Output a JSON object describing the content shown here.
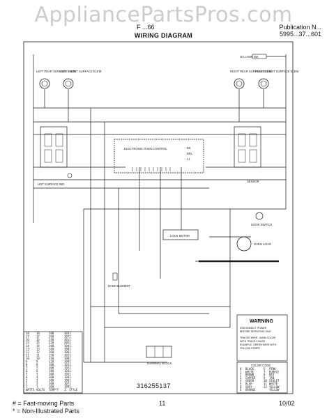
{
  "watermark": "AppliancePartsPros.com",
  "header": {
    "left_fragment": "F ...66",
    "right_line1": "Publication N...",
    "right_line2": "5995...37...601"
  },
  "title": "WIRING DIAGRAM",
  "labels": {
    "electronic_oven_control": "ELECTRONIC OVEN CONTROL",
    "hot_surface_ind": "HOT SURFACE IND.",
    "lock_motor": "LOCK MOTOR",
    "bake_element": "BAKE ELEMENT",
    "terminal_block": "TERMINAL BLOCK",
    "oven_light": "OVEN LIGHT",
    "door_switch": "DOOR SWITCH",
    "oven_lamp_sw": "OV LAMP SW",
    "surface_switch_lr": "LEFT REAR SURFACE ELEM.",
    "surface_switch_lf": "LEFT FRONT SURFACE ELEM.",
    "surface_switch_rr": "RIGHT REAR SURFACE ELEM.",
    "surface_switch_rf": "RIGHT FRONT SURFACE ELEM.",
    "sensor": "SENSOR",
    "bk": "BK",
    "brl": "BRL",
    "l1": "L1"
  },
  "warning": {
    "title": "WARNING",
    "line1": "DISCONNECT POWER",
    "line2": "BEFORE SERVICING UNIT.",
    "line3": "TRACER WIRE - MAIN COLOR",
    "line4": "WITH TRACE COLOR",
    "line5": "EXAMPLE: GREEN WIRE WITH",
    "line6": "YELLOW STRIPE"
  },
  "color_code": {
    "title": "COLOR CODE",
    "rows": [
      [
        "0",
        "BLACK",
        "6",
        "PINK"
      ],
      [
        "1",
        "WHITE",
        "7",
        "PURPLE"
      ],
      [
        "2",
        "BROWN",
        "8",
        "RED"
      ],
      [
        "3",
        "COPPER",
        "9",
        "TAN"
      ],
      [
        "4",
        "GREEN",
        "10",
        "VIOLET"
      ],
      [
        "5",
        "BLUE",
        "11",
        "WHITE"
      ],
      [
        "D",
        "GRAY",
        "12",
        "YELLOW"
      ],
      [
        "E",
        "ORANGE",
        "",
        "YELLOW"
      ]
    ]
  },
  "spec_table": {
    "rows": [
      [
        "18",
        "18",
        "280",
        "3031"
      ],
      [
        "17",
        "17",
        "260",
        "3071"
      ],
      [
        "16",
        "16",
        "240",
        "3011"
      ],
      [
        "15",
        "15",
        "220",
        "3051"
      ],
      [
        "14",
        "14",
        "200",
        "3041"
      ],
      [
        "13",
        "13",
        "180",
        "3001"
      ],
      [
        "12",
        "12",
        "160",
        "3061"
      ],
      [
        "11",
        "11",
        "150",
        "3021"
      ],
      [
        "10",
        "10",
        "140",
        "3081"
      ],
      [
        "9",
        "9",
        "120",
        "3091"
      ],
      [
        "8",
        "8",
        "100",
        "1011"
      ],
      [
        "7",
        "7",
        "100",
        "1021"
      ],
      [
        "6",
        "6",
        "100",
        "1031"
      ],
      [
        "5",
        "5",
        "100",
        "1051"
      ],
      [
        "4",
        "4",
        "100",
        "1041"
      ],
      [
        "3",
        "3",
        "100",
        "1061"
      ],
      [
        "2",
        "2",
        "100",
        "1071"
      ],
      [
        "1",
        "1",
        "100",
        "1091"
      ],
      [
        "WATTS",
        "VOLTS",
        "TEMP°F",
        "3. STYLE"
      ]
    ]
  },
  "stamp": "316255137",
  "footer": {
    "legend_line1": "# = Fast-moving Parts",
    "legend_line2": "* = Non-Illustrated Parts",
    "page": "11",
    "date": "10/02"
  },
  "colors": {
    "line": "#1a1a1a",
    "watermark": "#8a8a8a"
  }
}
